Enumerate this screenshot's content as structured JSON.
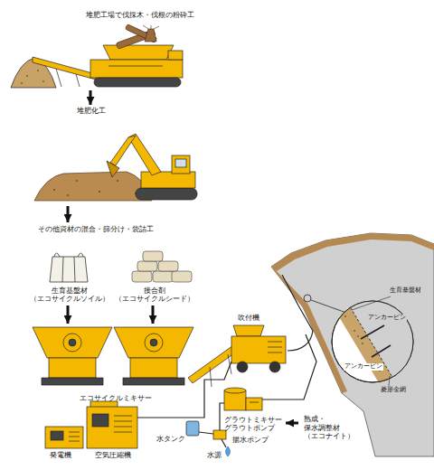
{
  "diagram": {
    "nodes": [
      {
        "text": [
          "堆肥工場で伐採木・伐根の粉砕工"
        ]
      },
      {
        "text": [
          "堆肥化工"
        ]
      },
      {
        "text": [
          "その他資材の混合・篩分け・袋詰工"
        ]
      },
      {
        "text": [
          "生育基盤材 （エコサイクルソイル）"
        ]
      },
      {
        "text": [
          "接合剤 （エコサイクルシード）"
        ]
      },
      {
        "text": [
          "エコサイクルミキサー"
        ]
      },
      {
        "text": [
          "吹付機"
        ]
      },
      {
        "text": [
          "熟成・保水調整材 （エコナイト）"
        ]
      },
      {
        "text": [
          "グラウトミキサー グラウトポンプ"
        ]
      }
    ],
    "edges": [
      {
        "from": 0,
        "to": 1,
        "arrow": "to"
      },
      {
        "from": 1,
        "to": 2,
        "arrow": "to"
      },
      {
        "from": 3,
        "to": 5,
        "arrow": "to"
      },
      {
        "from": 4,
        "to": 5,
        "arrow": "to"
      },
      {
        "from": 7,
        "to": 8,
        "arrow": "to"
      }
    ],
    "labels": [
      "発電機",
      "空気圧縮機",
      "水タンク",
      "揚水ポンプ",
      "水源",
      "生育基盤材",
      "アンカーピン",
      "アンカーピン",
      "菱形金網"
    ]
  }
}
